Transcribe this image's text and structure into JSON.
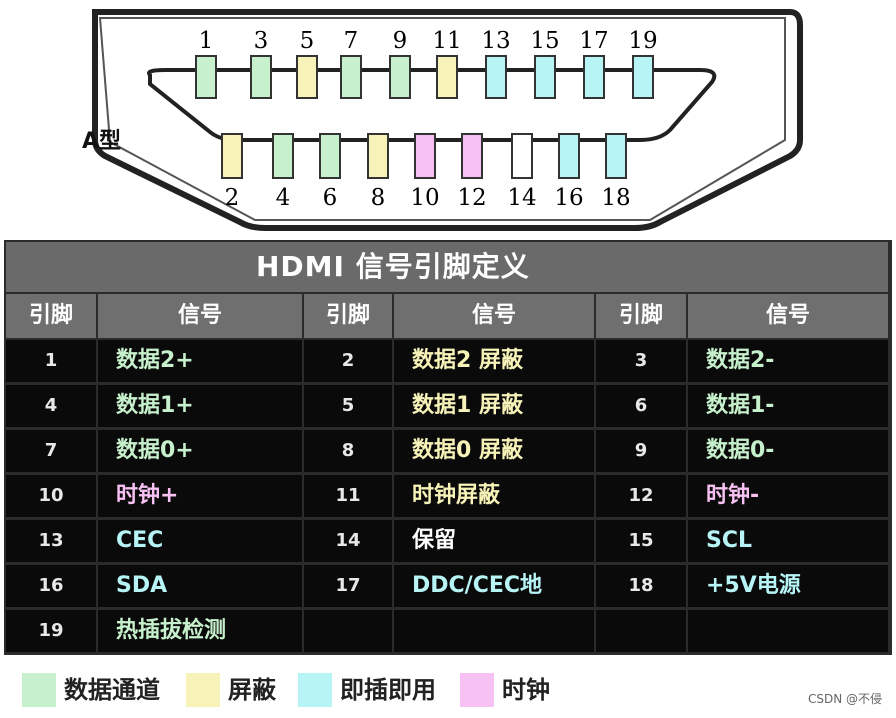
{
  "colors": {
    "data": "#c7f0cc",
    "shield": "#f7f3b8",
    "hotplug": "#b7f4f6",
    "clock": "#f7c1f3",
    "pin_gray": "#ffffff"
  },
  "connector": {
    "type_label": "A型",
    "top_pins": [
      {
        "num": "1",
        "color": "data"
      },
      {
        "num": "3",
        "color": "data"
      },
      {
        "num": "5",
        "color": "shield"
      },
      {
        "num": "7",
        "color": "data"
      },
      {
        "num": "9",
        "color": "data"
      },
      {
        "num": "11",
        "color": "shield"
      },
      {
        "num": "13",
        "color": "hotplug"
      },
      {
        "num": "15",
        "color": "hotplug"
      },
      {
        "num": "17",
        "color": "hotplug"
      },
      {
        "num": "19",
        "color": "hotplug"
      }
    ],
    "bottom_pins": [
      {
        "num": "2",
        "color": "shield"
      },
      {
        "num": "4",
        "color": "data"
      },
      {
        "num": "6",
        "color": "data"
      },
      {
        "num": "8",
        "color": "shield"
      },
      {
        "num": "10",
        "color": "clock"
      },
      {
        "num": "12",
        "color": "clock"
      },
      {
        "num": "14",
        "color": "pin_gray"
      },
      {
        "num": "16",
        "color": "hotplug"
      },
      {
        "num": "18",
        "color": "hotplug"
      }
    ]
  },
  "table": {
    "title": "HDMI  信号引脚定义",
    "headers": [
      "引脚",
      "信号",
      "引脚",
      "信号",
      "引脚",
      "信号"
    ],
    "rows": [
      [
        {
          "pin": "1",
          "sig": "数据2+",
          "c": "data"
        },
        {
          "pin": "2",
          "sig": "数据2 屏蔽",
          "c": "shield"
        },
        {
          "pin": "3",
          "sig": "数据2-",
          "c": "data"
        }
      ],
      [
        {
          "pin": "4",
          "sig": "数据1+",
          "c": "data"
        },
        {
          "pin": "5",
          "sig": "数据1 屏蔽",
          "c": "shield"
        },
        {
          "pin": "6",
          "sig": "数据1-",
          "c": "data"
        }
      ],
      [
        {
          "pin": "7",
          "sig": "数据0+",
          "c": "data"
        },
        {
          "pin": "8",
          "sig": "数据0 屏蔽",
          "c": "shield"
        },
        {
          "pin": "9",
          "sig": "数据0-",
          "c": "data"
        }
      ],
      [
        {
          "pin": "10",
          "sig": "时钟+",
          "c": "clock"
        },
        {
          "pin": "11",
          "sig": "时钟屏蔽",
          "c": "shield"
        },
        {
          "pin": "12",
          "sig": "时钟-",
          "c": "clock"
        }
      ],
      [
        {
          "pin": "13",
          "sig": "CEC",
          "c": "hotplug"
        },
        {
          "pin": "14",
          "sig": "保留",
          "c": "pin_gray"
        },
        {
          "pin": "15",
          "sig": "SCL",
          "c": "hotplug"
        }
      ],
      [
        {
          "pin": "16",
          "sig": "SDA",
          "c": "hotplug"
        },
        {
          "pin": "17",
          "sig": "DDC/CEC地",
          "c": "hotplug"
        },
        {
          "pin": "18",
          "sig": "+5V电源",
          "c": "hotplug"
        }
      ],
      [
        {
          "pin": "19",
          "sig": "热插拔检测",
          "c": "data"
        },
        {
          "pin": "",
          "sig": "",
          "c": "pin_gray"
        },
        {
          "pin": "",
          "sig": "",
          "c": "pin_gray"
        }
      ]
    ]
  },
  "legend": [
    {
      "label": "数据通道",
      "color": "data"
    },
    {
      "label": "屏蔽",
      "color": "shield"
    },
    {
      "label": "即插即用",
      "color": "hotplug"
    },
    {
      "label": "时钟",
      "color": "clock"
    }
  ],
  "watermark": "CSDN @不侵"
}
